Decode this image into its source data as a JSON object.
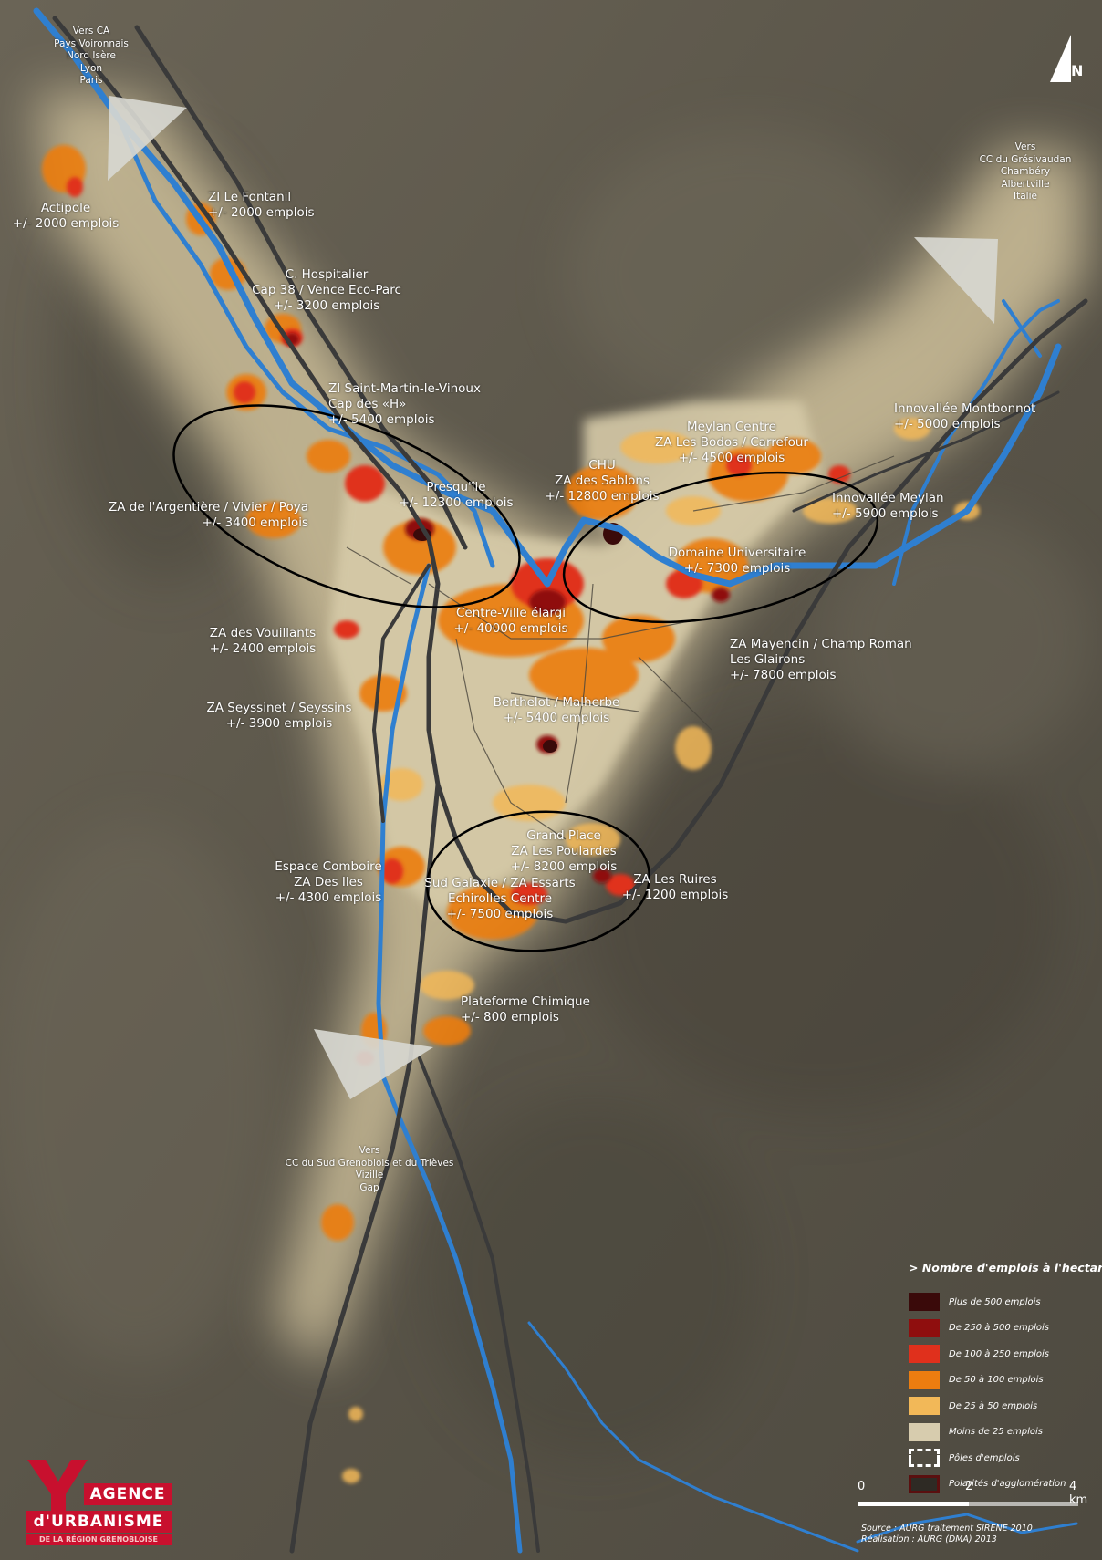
{
  "map": {
    "north_label": "N",
    "colors": {
      "background": "#5f5a4e",
      "corridor": "#cdbf9a",
      "river": "#2f7fd0",
      "road": "#3a3a3a",
      "ellipse": "#000000"
    }
  },
  "destinations": {
    "nw": [
      "Vers CA",
      "Pays Voironnais",
      "Nord Isère",
      "Lyon",
      "Paris"
    ],
    "ne": [
      "Vers",
      "CC du Grésivaudan",
      "Chambéry",
      "Albertville",
      "Italie"
    ],
    "s": [
      "Vers",
      "CC du Sud Grenoblois et du Trièves",
      "Vizille",
      "Gap"
    ]
  },
  "poles": [
    {
      "lines": [
        "Actipole",
        "+/- 2000 emplois"
      ]
    },
    {
      "lines": [
        "ZI Le Fontanil",
        "+/- 2000 emplois"
      ]
    },
    {
      "lines": [
        "C. Hospitalier",
        "Cap 38 / Vence Eco-Parc",
        "+/- 3200 emplois"
      ]
    },
    {
      "lines": [
        "ZI Saint-Martin-le-Vinoux",
        "Cap des «H»",
        "+/- 5400 emplois"
      ]
    },
    {
      "lines": [
        "ZA de l'Argentière / Vivier / Poya",
        "+/- 3400 emplois"
      ]
    },
    {
      "lines": [
        "Presqu'île",
        "+/- 12300 emplois"
      ]
    },
    {
      "lines": [
        "CHU",
        "ZA des Sablons",
        "+/- 12800 emplois"
      ]
    },
    {
      "lines": [
        "Meylan Centre",
        "ZA Les Bodos / Carrefour",
        "+/- 4500 emplois"
      ]
    },
    {
      "lines": [
        "Innovallée Montbonnot",
        "+/- 5000 emplois"
      ]
    },
    {
      "lines": [
        "Innovallée Meylan",
        "+/- 5900 emplois"
      ]
    },
    {
      "lines": [
        "Domaine Universitaire",
        "+/- 7300 emplois"
      ]
    },
    {
      "lines": [
        "Centre-Ville élargi",
        "+/- 40000 emplois"
      ]
    },
    {
      "lines": [
        "ZA des Vouillants",
        "+/- 2400 emplois"
      ]
    },
    {
      "lines": [
        "ZA Mayencin / Champ Roman",
        "Les Glairons",
        "+/- 7800 emplois"
      ]
    },
    {
      "lines": [
        "ZA Seyssinet / Seyssins",
        "+/- 3900 emplois"
      ]
    },
    {
      "lines": [
        "Berthelot / Malherbe",
        "+/- 5400 emplois"
      ]
    },
    {
      "lines": [
        "Grand Place",
        "ZA Les Poulardes",
        "+/- 8200 emplois"
      ]
    },
    {
      "lines": [
        "Espace Comboire",
        "ZA Des Iles",
        "+/- 4300 emplois"
      ]
    },
    {
      "lines": [
        "Sud Galaxie / ZA Essarts",
        "Echirolles Centre",
        "+/- 7500 emplois"
      ]
    },
    {
      "lines": [
        "ZA Les Ruires",
        "+/- 1200 emplois"
      ]
    },
    {
      "lines": [
        "Plateforme Chimique",
        "+/- 800 emplois"
      ]
    }
  ],
  "legend": {
    "title": "> Nombre d'emplois à l'hectare",
    "items": [
      {
        "label": "Plus de 500 emplois",
        "color": "#3a0a0a"
      },
      {
        "label": "De 250 à 500 emplois",
        "color": "#8f0e0e"
      },
      {
        "label": "De 100 à 250 emplois",
        "color": "#e0301c"
      },
      {
        "label": "De 50 à 100 emplois",
        "color": "#ec7d10"
      },
      {
        "label": "De 25 à 50 emplois",
        "color": "#f2b858"
      },
      {
        "label": "Moins de 25 emplois",
        "color": "#d7ccae"
      },
      {
        "label": "Pôles d'emplois",
        "color": "#ffffff"
      },
      {
        "label": "Polarités d'agglomération",
        "color": "#5a0f0f"
      }
    ]
  },
  "scale": {
    "labels": [
      "0",
      "2",
      "4 km"
    ]
  },
  "source": {
    "line1": "Source : AURG traitement SIRENE 2010",
    "line2": "Réalisation : AURG (DMA) 2013"
  },
  "logo": {
    "line1": "AGENCE",
    "line2": "d'URBANISME",
    "line3": "DE LA RÉGION GRENOBLOISE"
  }
}
